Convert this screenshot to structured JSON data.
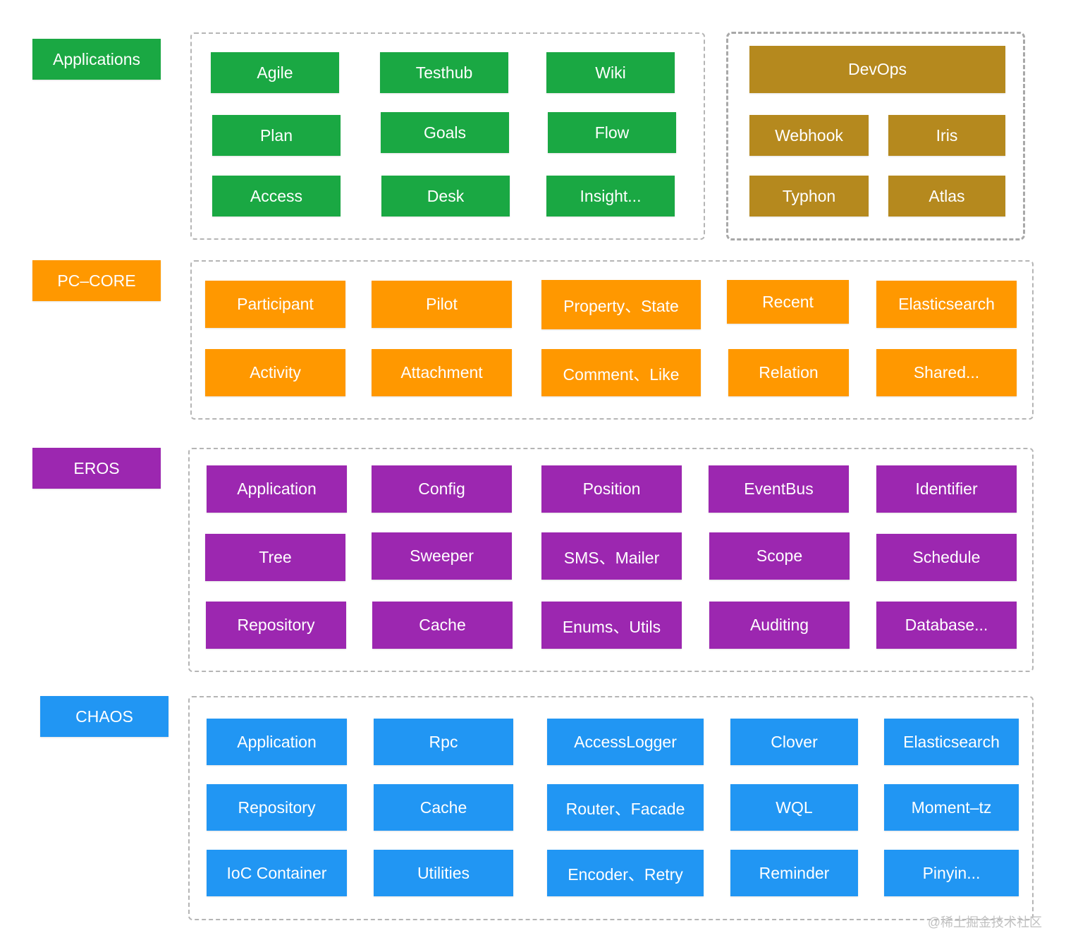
{
  "colors": {
    "applications": "#1aa843",
    "devops": "#b5891e",
    "pc_core": "#ff9800",
    "eros": "#9c27b0",
    "chaos": "#2196f3"
  },
  "layers": {
    "applications": {
      "label": "Applications",
      "items": [
        "Agile",
        "Testhub",
        "Wiki",
        "Plan",
        "Goals",
        "Flow",
        "Access",
        "Desk",
        "Insight..."
      ]
    },
    "devops": {
      "title": "DevOps",
      "items": [
        "Webhook",
        "Iris",
        "Typhon",
        "Atlas"
      ]
    },
    "pc_core": {
      "label": "PC–CORE",
      "items": [
        "Participant",
        "Pilot",
        "Property、State",
        "Recent",
        "Elasticsearch",
        "Activity",
        "Attachment",
        "Comment、Like",
        "Relation",
        "Shared..."
      ]
    },
    "eros": {
      "label": "EROS",
      "items": [
        "Application",
        "Config",
        "Position",
        "EventBus",
        "Identifier",
        "Tree",
        "Sweeper",
        "SMS、Mailer",
        "Scope",
        "Schedule",
        "Repository",
        "Cache",
        "Enums、Utils",
        "Auditing",
        "Database..."
      ]
    },
    "chaos": {
      "label": "CHAOS",
      "items": [
        "Application",
        "Rpc",
        "AccessLogger",
        "Clover",
        "Elasticsearch",
        "Repository",
        "Cache",
        "Router、Facade",
        "WQL",
        "Moment–tz",
        "IoC Container",
        "Utilities",
        "Encoder、Retry",
        "Reminder",
        "Pinyin..."
      ]
    }
  },
  "watermark": "@稀土掘金技术社区"
}
